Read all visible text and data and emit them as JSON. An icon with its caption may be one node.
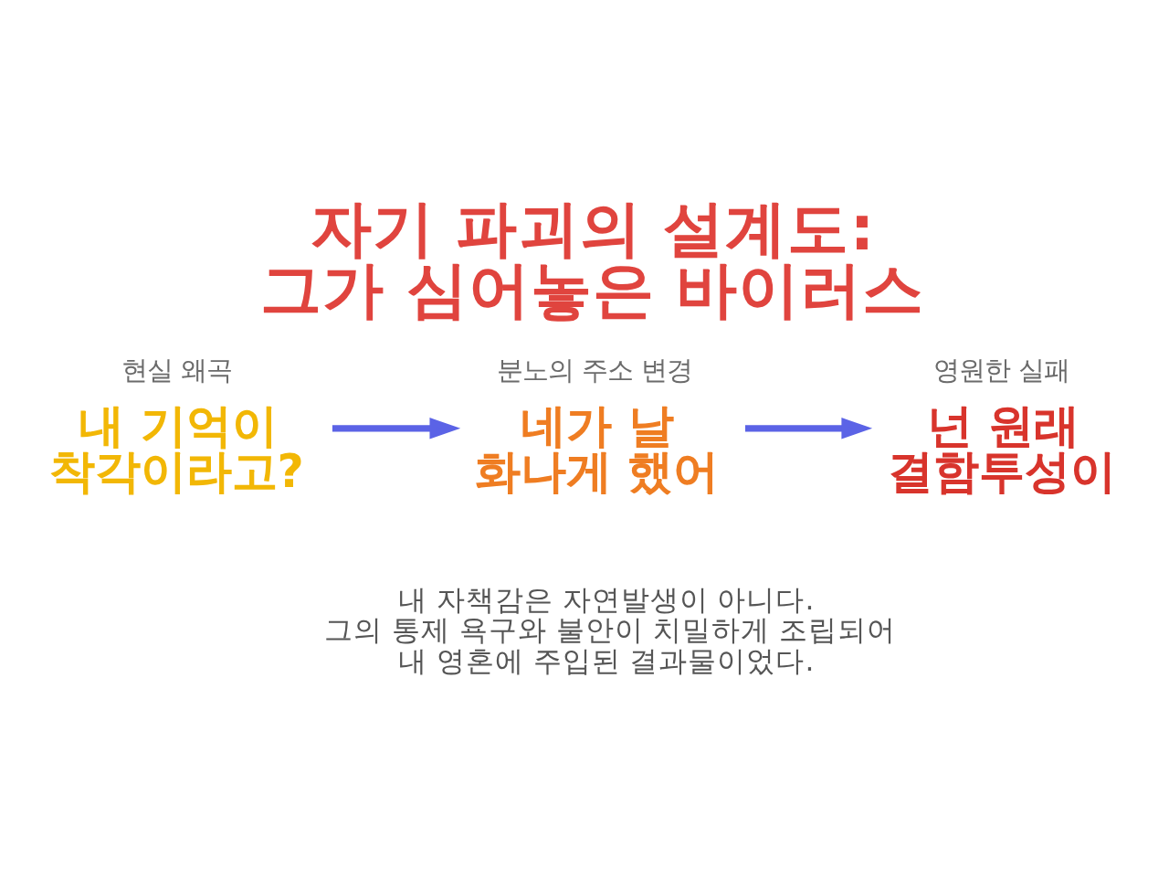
{
  "diagram": {
    "title": "자기 파괴의 설계도: 그가 심어놓은 바이러스",
    "nodes": [
      {
        "text": [
          "현실 왜곡",
          "내 기억이 착각이라고?"
        ]
      },
      {
        "text": [
          "분노의 주소 변경",
          "네가 날 화나게 했어"
        ]
      },
      {
        "text": [
          "영원한 실패",
          "넌 원래 결함투성이"
        ]
      }
    ],
    "edges": [
      {
        "from": 0,
        "to": 1,
        "arrow": "to"
      },
      {
        "from": 1,
        "to": 2,
        "arrow": "to"
      }
    ],
    "labels": [
      "내 자책감은 자연발생이 아니다. 그의 통제 욕구와 불안이 치밀하게 조립되어 내 영혼에 주입된 결과물이었다."
    ]
  }
}
